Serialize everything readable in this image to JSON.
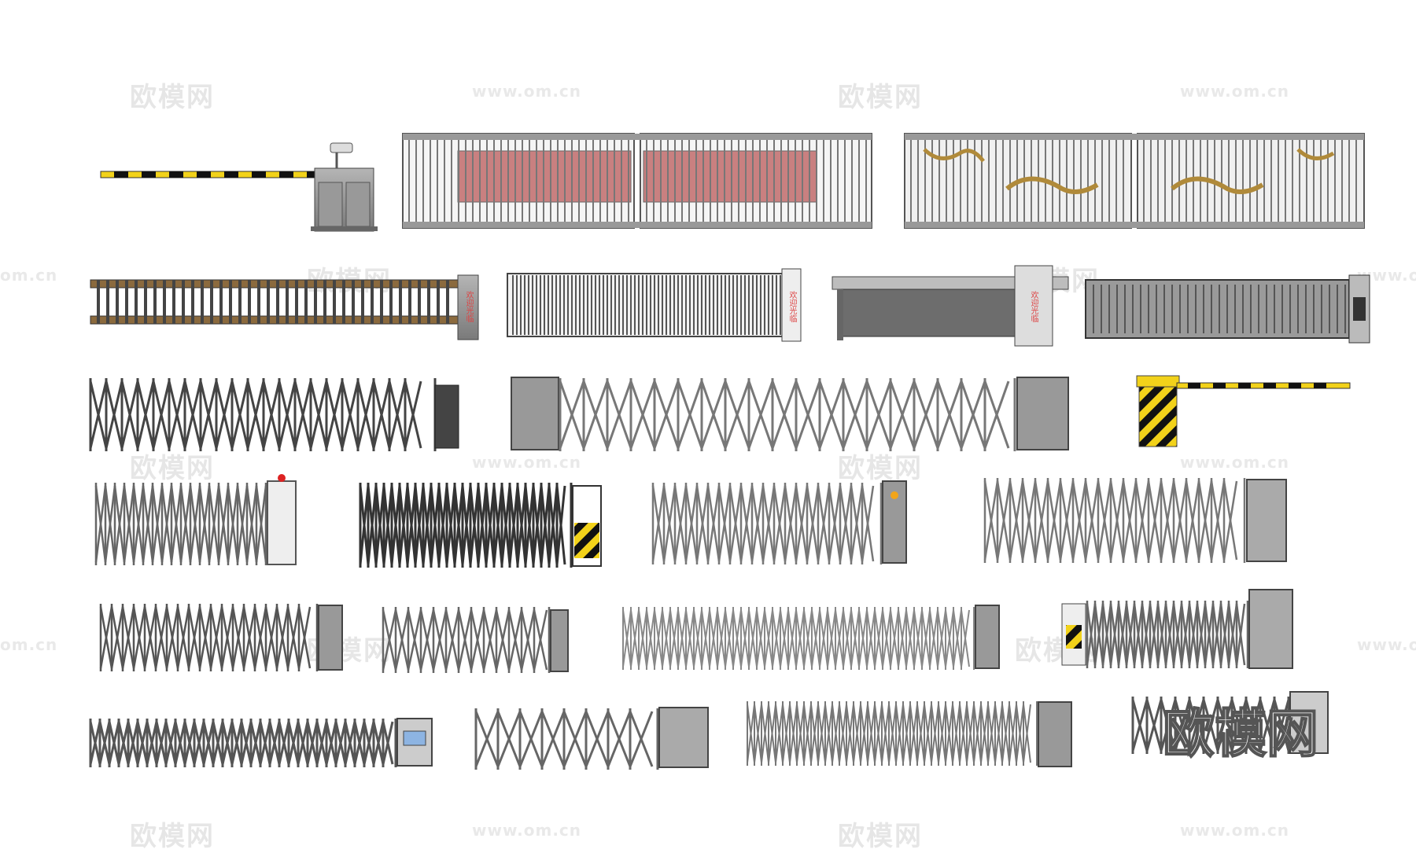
{
  "watermarks": {
    "brand": "欧模网",
    "url": "www.om.cn",
    "url_short": "om.cn"
  },
  "signs": {
    "welcome": "欢迎光临"
  },
  "colors": {
    "steel": "#8a8a8a",
    "steel_dark": "#555555",
    "warning_yellow": "#f2d21a",
    "warning_black": "#111111",
    "panel_red": "#c98080",
    "brown_rail": "#8b6a3e"
  },
  "icons": [
    "barrier-gate-icon",
    "sliding-gate-icon",
    "retractable-gate-icon",
    "camera-icon",
    "warning-light-icon"
  ]
}
